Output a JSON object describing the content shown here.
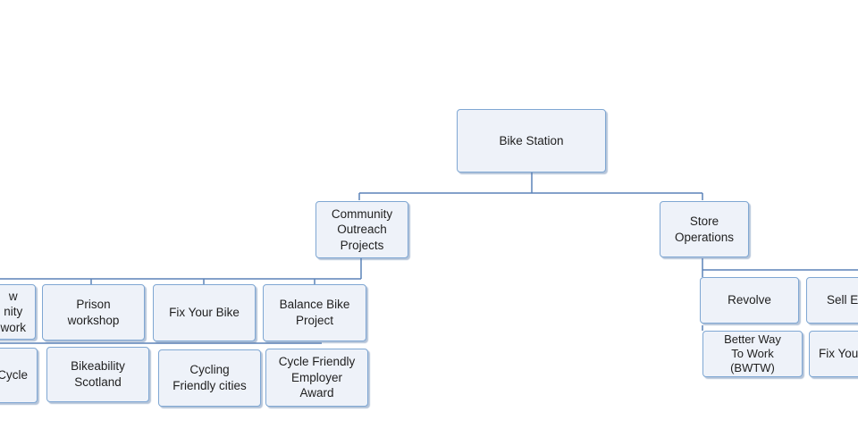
{
  "diagram": {
    "root": "Bike Station",
    "branches": {
      "community": "Community\nOutreach\nProjects",
      "store": "Store\nOperations"
    },
    "community_children": {
      "new_community_network": "w\nnity\nwork",
      "prison_workshop": "Prison\nworkshop",
      "fix_your_bike": "Fix Your Bike",
      "balance_bike_project": "Balance Bike\nProject",
      "cycle": "Cycle",
      "bikeability_scotland": "Bikeability\nScotland",
      "cycling_friendly_cities": "Cycling\nFriendly cities",
      "cycle_friendly_employer_award": "Cycle Friendly\nEmployer\nAward"
    },
    "store_children": {
      "revolve": "Revolve",
      "sell": "Sell E",
      "bwtw": "Better Way\nTo Work\n(BWTW)",
      "fix_your": "Fix You"
    }
  }
}
